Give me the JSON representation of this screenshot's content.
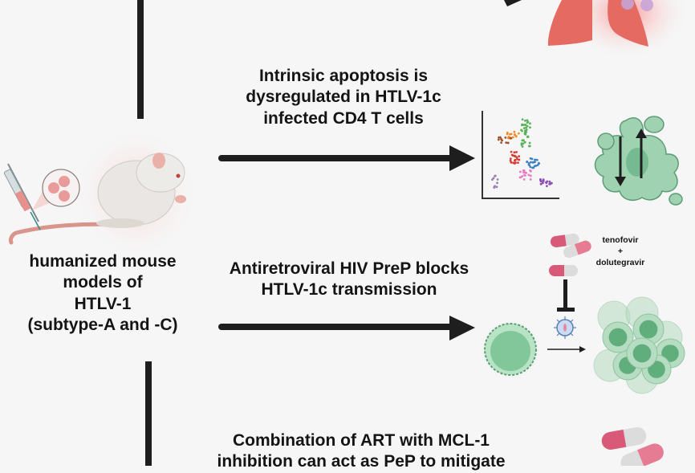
{
  "source_panel": {
    "label_lines": [
      "humanized mouse",
      "models of",
      "HTLV-1",
      "(subtype-A and -C)"
    ]
  },
  "findings": [
    {
      "id": "apoptosis",
      "lines": [
        "Intrinsic apoptosis is",
        "dysregulated in HTLV-1c",
        "infected CD4 T cells"
      ],
      "icons": [
        "umap-cluster-plot-icon",
        "tissue-up-down-regulation-icon"
      ]
    },
    {
      "id": "prep",
      "lines": [
        "Antiretroviral HIV PreP blocks",
        "HTLV-1c transmission"
      ],
      "drug_label_lines": [
        "tenofovir",
        "+",
        "dolutegravir"
      ],
      "icons": [
        "pills-icon",
        "inhibition-bar-icon",
        "virus-icon",
        "t-cell-icon",
        "cell-cluster-icon"
      ]
    },
    {
      "id": "combination",
      "lines": [
        "Combination of ART with MCL-1",
        "inhibition can act as PeP to mitigate"
      ],
      "icons": [
        "pills-icon"
      ]
    }
  ],
  "top_partial": {
    "icons": [
      "lungs-icon"
    ]
  },
  "colors": {
    "background": "#f6f6f6",
    "text": "#141414",
    "arrow": "#1e1e1e",
    "pill_pink": "#d95a78",
    "pill_grey": "#dcdcdc",
    "cell_green": "#7fc29a",
    "lung_red": "#e8675f"
  }
}
